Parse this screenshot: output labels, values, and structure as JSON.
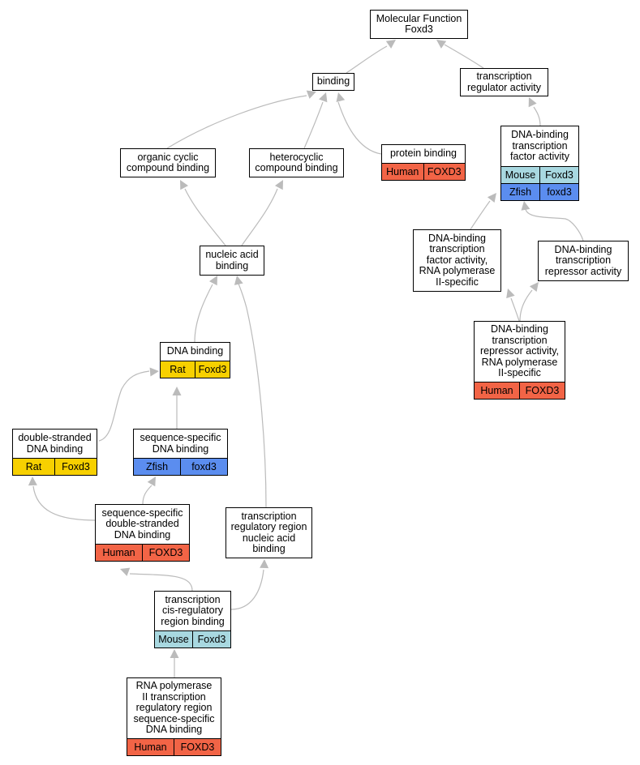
{
  "diagram": {
    "colors": {
      "Human": "#f26446",
      "Rat": "#f7d000",
      "Zfish": "#5b8def",
      "Mouse": "#a8d8e0",
      "edge": "#bbbbbb"
    },
    "nodes": {
      "mf": {
        "label": "Molecular Function\nFoxd3",
        "annotations": []
      },
      "binding": {
        "label": "binding",
        "annotations": []
      },
      "tra": {
        "label": "transcription\nregulator activity",
        "annotations": []
      },
      "ocb": {
        "label": "organic cyclic\ncompound binding",
        "annotations": []
      },
      "hcb": {
        "label": "heterocyclic\ncompound binding",
        "annotations": []
      },
      "pb": {
        "label": "protein binding",
        "annotations": [
          [
            "Human",
            "FOXD3"
          ]
        ]
      },
      "dbtfa": {
        "label": "DNA-binding\ntranscription\nfactor activity",
        "annotations": [
          [
            "Mouse",
            "Foxd3"
          ],
          [
            "Zfish",
            "foxd3"
          ]
        ]
      },
      "nab": {
        "label": "nucleic acid\nbinding",
        "annotations": []
      },
      "dbtfa2": {
        "label": "DNA-binding\ntranscription\nfactor activity,\nRNA polymerase\nII-specific",
        "annotations": []
      },
      "dbtra": {
        "label": "DNA-binding\ntranscription\nrepressor activity",
        "annotations": []
      },
      "dbtra2": {
        "label": "DNA-binding\ntranscription\nrepressor activity,\nRNA polymerase\nII-specific",
        "annotations": [
          [
            "Human",
            "FOXD3"
          ]
        ]
      },
      "dnab": {
        "label": "DNA binding",
        "annotations": [
          [
            "Rat",
            "Foxd3"
          ]
        ]
      },
      "dsdb": {
        "label": "double-stranded\nDNA binding",
        "annotations": [
          [
            "Rat",
            "Foxd3"
          ]
        ]
      },
      "ssdb": {
        "label": "sequence-specific\nDNA binding",
        "annotations": [
          [
            "Zfish",
            "foxd3"
          ]
        ]
      },
      "ssdsdb": {
        "label": "sequence-specific\ndouble-stranded\nDNA binding",
        "annotations": [
          [
            "Human",
            "FOXD3"
          ]
        ]
      },
      "trrnab": {
        "label": "transcription\nregulatory region\nnucleic acid\nbinding",
        "annotations": []
      },
      "tcrb": {
        "label": "transcription\ncis-regulatory\nregion binding",
        "annotations": [
          [
            "Mouse",
            "Foxd3"
          ]
        ]
      },
      "rnap": {
        "label": "RNA polymerase\nII transcription\nregulatory region\nsequence-specific\nDNA binding",
        "annotations": [
          [
            "Human",
            "FOXD3"
          ]
        ]
      }
    }
  }
}
